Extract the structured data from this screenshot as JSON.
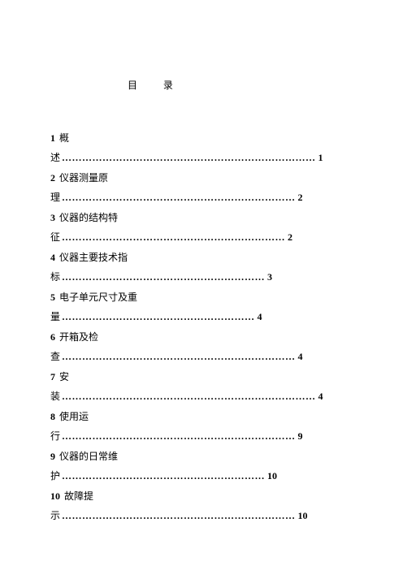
{
  "title": "目 录",
  "entries": [
    {
      "num": "1",
      "head": "概",
      "tail": "述",
      "dots": "…………………………………………………………………",
      "page": "1"
    },
    {
      "num": "2",
      "head": "仪器测量原",
      "tail": "理",
      "dots": "……………………………………………………………",
      "page": "2"
    },
    {
      "num": "3",
      "head": "仪器的结构特",
      "tail": "征",
      "dots": "…………………………………………………………",
      "page": "2"
    },
    {
      "num": "4",
      "head": "仪器主要技术指",
      "tail": "标",
      "dots": "……………………………………………………",
      "page": "3"
    },
    {
      "num": "5",
      "head": "电子单元尺寸及重",
      "tail": "量",
      "dots": "…………………………………………………",
      "page": "4"
    },
    {
      "num": "6",
      "head": "开箱及检",
      "tail": "查",
      "dots": "……………………………………………………………",
      "page": "4"
    },
    {
      "num": "7",
      "head": "安",
      "tail": "装",
      "dots": "…………………………………………………………………",
      "page": "4"
    },
    {
      "num": "8",
      "head": "使用运",
      "tail": "行",
      "dots": "……………………………………………………………",
      "page": "9"
    },
    {
      "num": "9",
      "head": "仪器的日常维",
      "tail": "护",
      "dots": "……………………………………………………",
      "page": "10"
    },
    {
      "num": "10",
      "head": "故障提",
      "tail": "示",
      "dots": "……………………………………………………………",
      "page": "10"
    }
  ]
}
